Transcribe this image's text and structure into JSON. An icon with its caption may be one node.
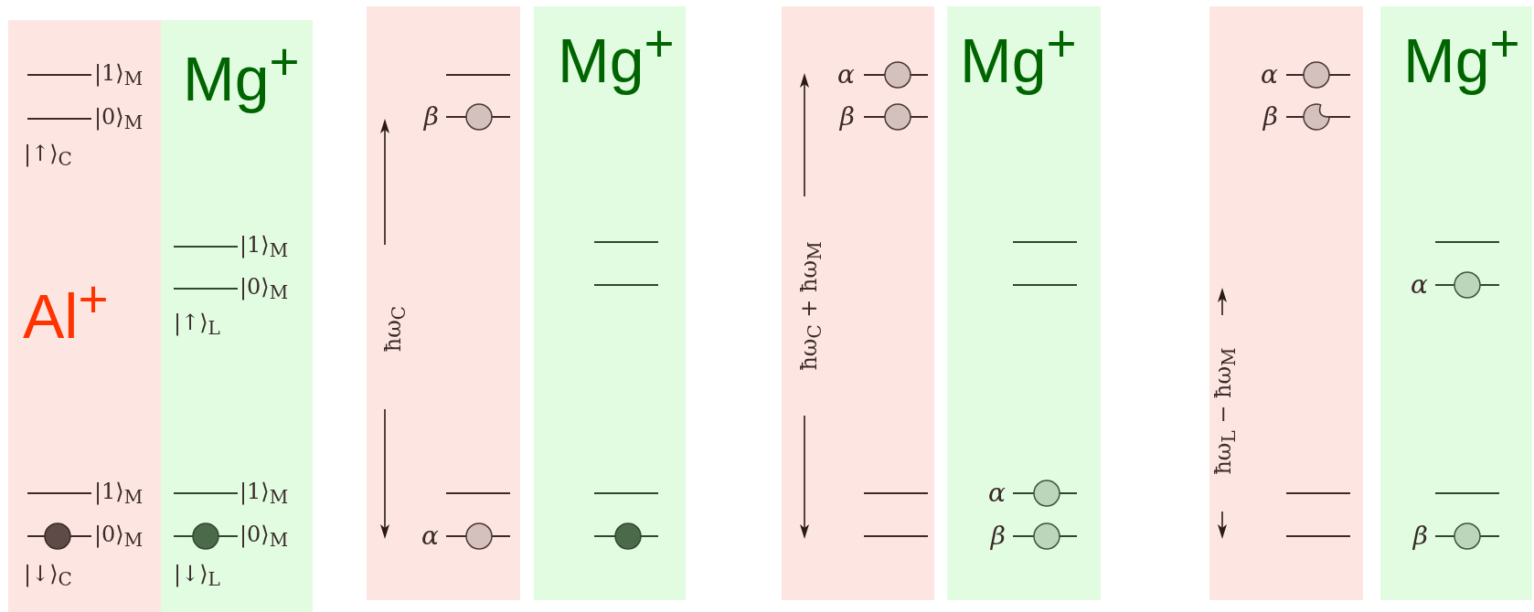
{
  "diagram": {
    "nodes": [
      {
        "text": [
          "Al$^{+}$",
          "|1⟩$_{M}$",
          "|0⟩$_{M}$",
          "|↑⟩$_{C}$",
          "|1⟩$_{M}$",
          "|0⟩$_{M}$",
          "|↓⟩$_{C}$"
        ]
      },
      {
        "text": [
          "Mg$^{+}$",
          "|1⟩$_{M}$",
          "|0⟩$_{M}$",
          "|↑⟩$_{L}$",
          "|1⟩$_{M}$",
          "|0⟩$_{M}$",
          "|↓⟩$_{L}$"
        ]
      },
      {
        "text": [
          "β",
          "α"
        ]
      },
      {
        "text": [
          "Mg$^{+}$"
        ]
      },
      {
        "text": [
          "α",
          "β"
        ]
      },
      {
        "text": [
          "Mg$^{+}$",
          "α",
          "β"
        ]
      },
      {
        "text": [
          "α",
          "β"
        ]
      },
      {
        "text": [
          "Mg$^{+}$",
          "α",
          "β"
        ]
      }
    ],
    "labels": [
      "ħω$_{C}$",
      "ħω$_{C}$ + ħω$_{M}$",
      "ħω$_{L}$ − ħω$_{M}$"
    ]
  }
}
